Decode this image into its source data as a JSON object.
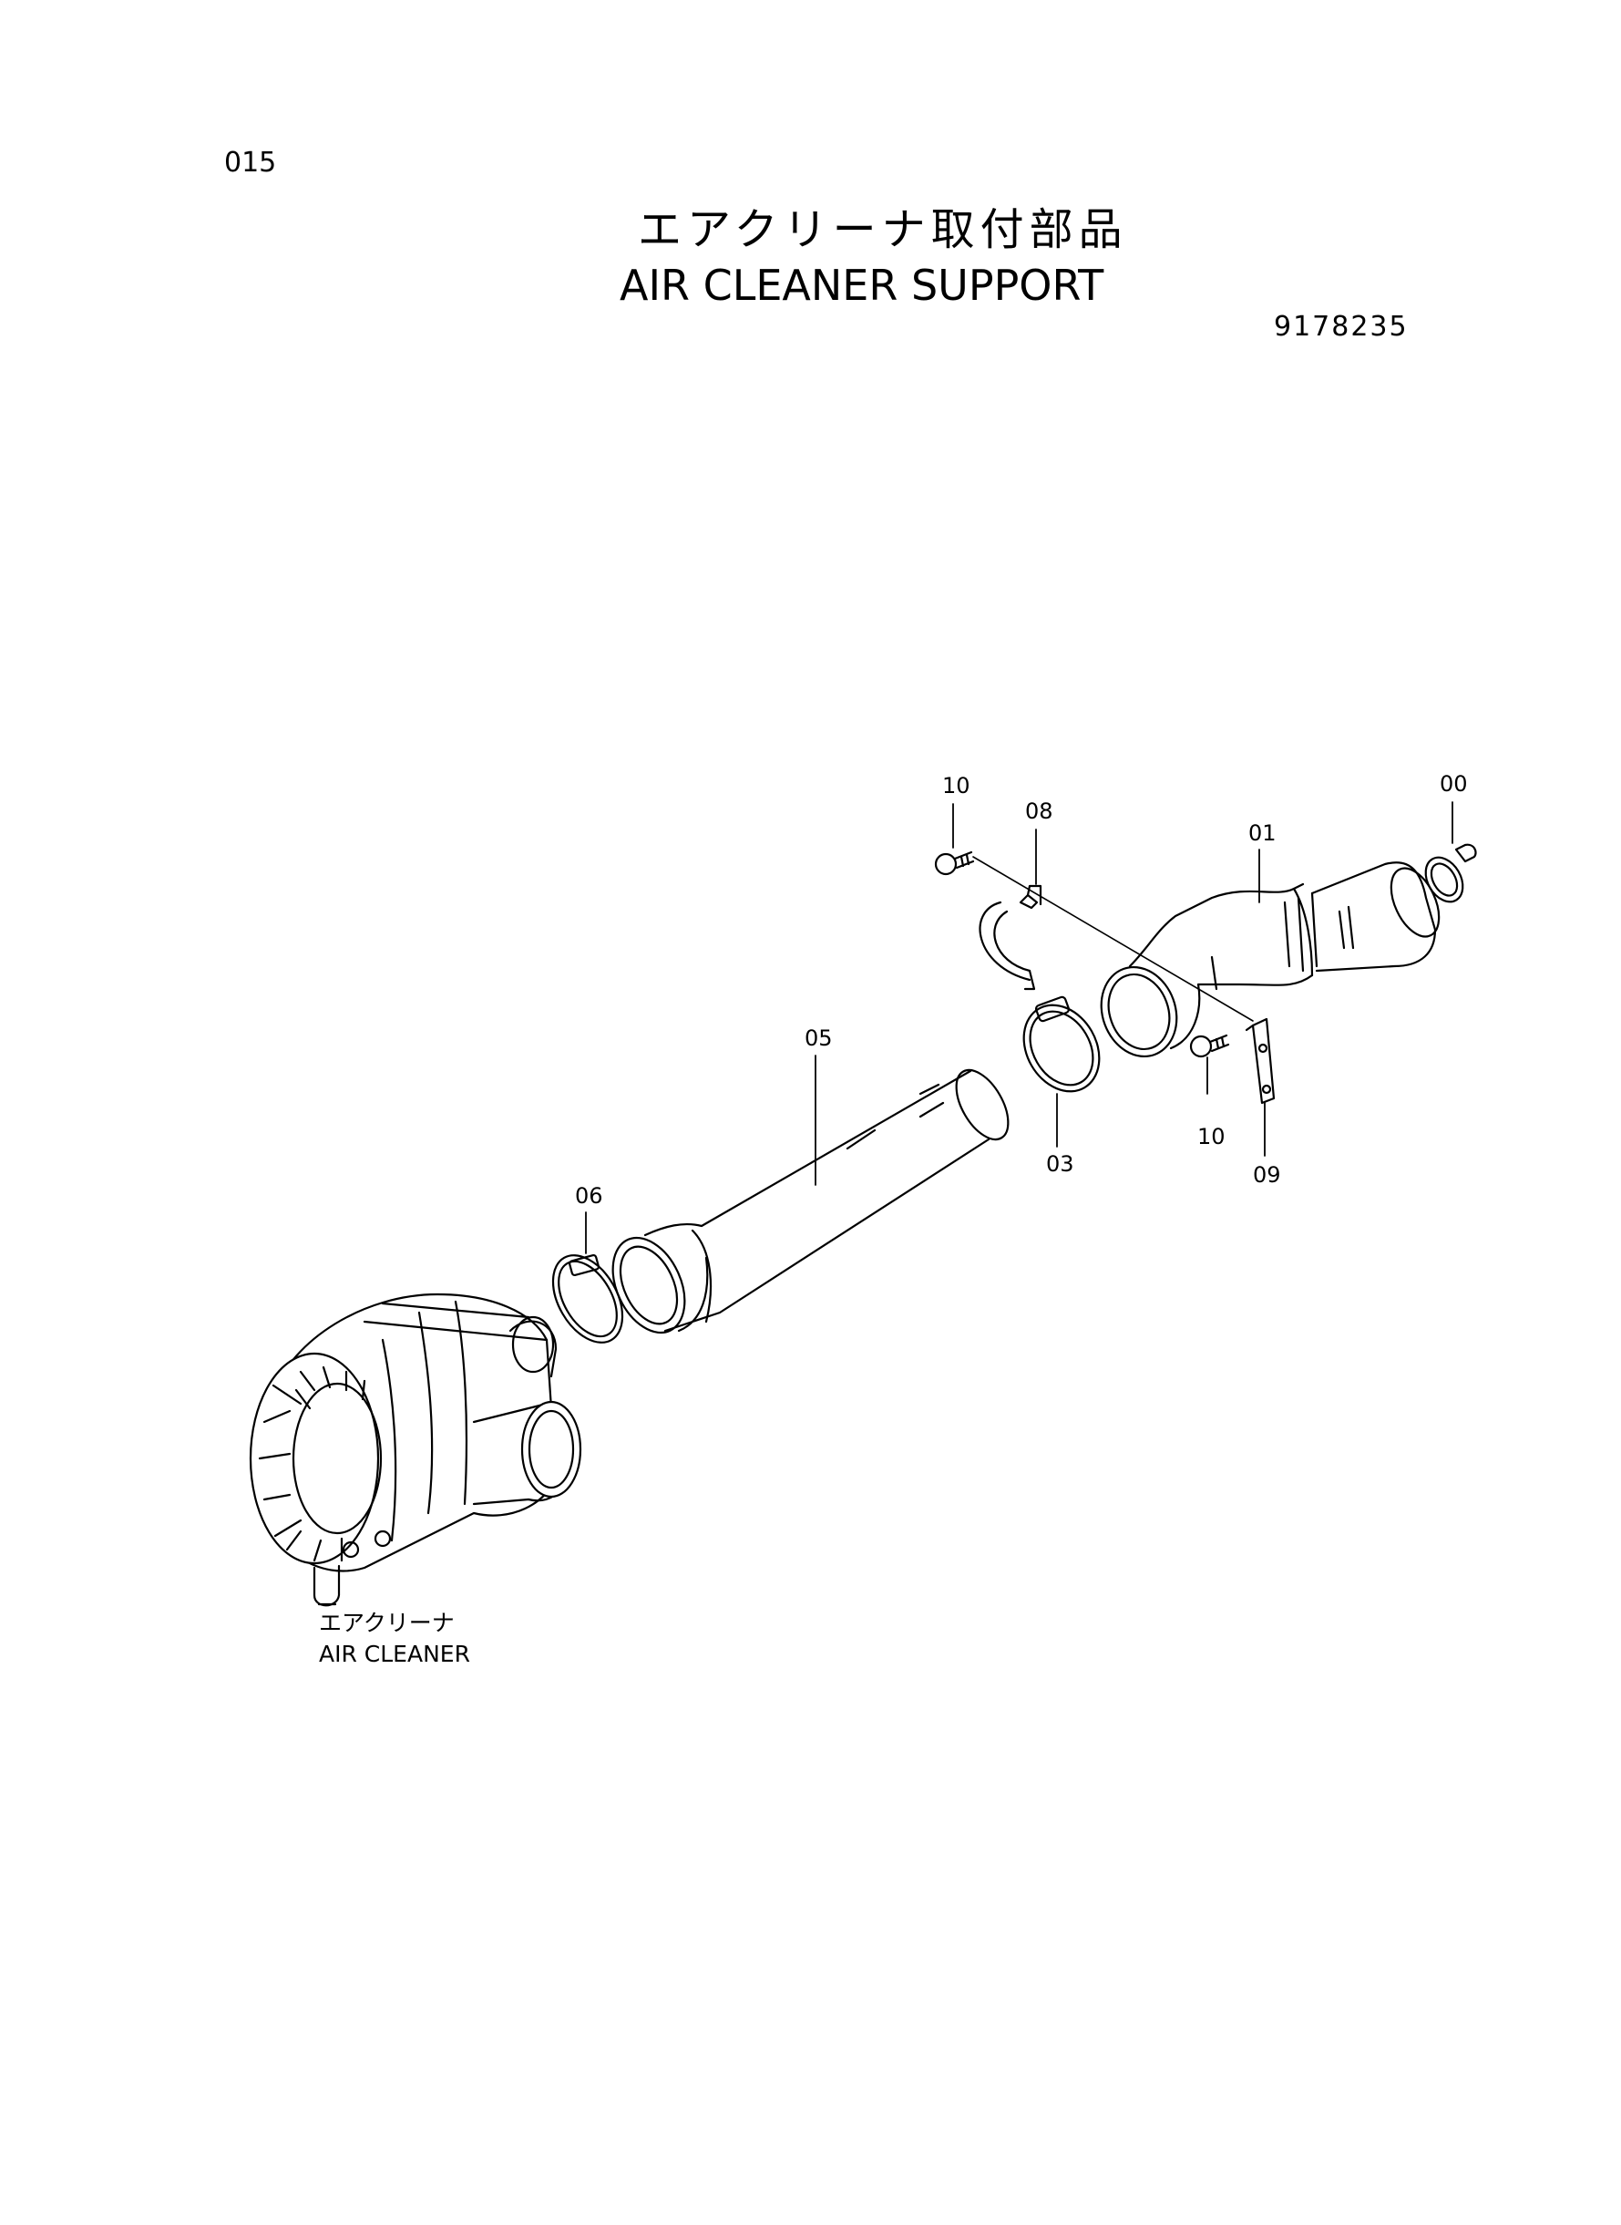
{
  "header": {
    "page_number": "015",
    "title_jp": "エアクリーナ取付部品",
    "title_en": "AIR CLEANER SUPPORT",
    "catalog_number": "9178235"
  },
  "diagram": {
    "callouts": [
      {
        "id": "c00",
        "label": "00"
      },
      {
        "id": "c01",
        "label": "01"
      },
      {
        "id": "c03",
        "label": "03"
      },
      {
        "id": "c05",
        "label": "05"
      },
      {
        "id": "c06",
        "label": "06"
      },
      {
        "id": "c08",
        "label": "08"
      },
      {
        "id": "c09",
        "label": "09"
      },
      {
        "id": "c10a",
        "label": "10"
      },
      {
        "id": "c10b",
        "label": "10"
      }
    ],
    "assembly_label_jp": "エアクリーナ",
    "assembly_label_en": "AIR CLEANER"
  }
}
